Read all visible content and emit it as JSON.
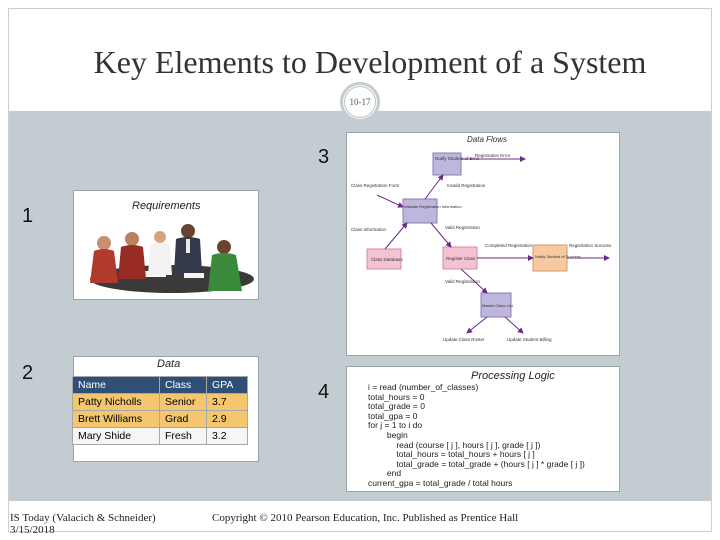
{
  "slide": {
    "title": "Key Elements to Development of a System",
    "page_number": "10-17"
  },
  "numbers": [
    "1",
    "2",
    "3",
    "4"
  ],
  "requirements": {
    "label": "Requirements"
  },
  "data_panel": {
    "label": "Data",
    "headers": [
      "Name",
      "Class",
      "GPA"
    ],
    "rows": [
      [
        "Patty Nicholls",
        "Senior",
        "3.7"
      ],
      [
        "Brett Williams",
        "Grad",
        "2.9"
      ],
      [
        "Mary Shide",
        "Fresh",
        "3.2"
      ]
    ]
  },
  "dataflow": {
    "label": "Data Flows",
    "nodes": {
      "notify_failure": "Notify Student of Error",
      "validate": "Validate Registration Information",
      "class_database": "Class Database",
      "register": "Register Class",
      "notify_success": "Notify Student of Success",
      "master_list": "Master Class List"
    },
    "flows": {
      "registration_error": "Registration Error",
      "class_registration_form": "Class Registration Form",
      "invalid_registration": "Invalid Registration",
      "class_information": "Class Information",
      "valid_registration_1": "Valid Registration",
      "completed_registration": "Completed Registration",
      "registration_success": "Registration Success",
      "valid_registration_2": "Valid Registration",
      "update_class_roster": "Update Class Roster",
      "update_student_billing": "Update Student Billing"
    }
  },
  "logic": {
    "label": "Processing Logic",
    "lines": [
      "i = read (number_of_classes)",
      "total_hours = 0",
      "total_grade = 0",
      "total_gpa = 0",
      "for j = 1 to i do",
      "        begin",
      "            read (course [ j ], hours [ j ], grade [ j ])",
      "            total_hours = total_hours + hours [ j ]",
      "            total_grade = total_grade + (hours [ j ] * grade [ j ])",
      "        end",
      "current_gpa = total_grade / total hours"
    ]
  },
  "footer": {
    "left": "IS Today (Valacich & Schneider)",
    "date": "3/15/2018",
    "copyright": "Copyright © 2010 Pearson Education, Inc. Published as Prentice Hall"
  }
}
